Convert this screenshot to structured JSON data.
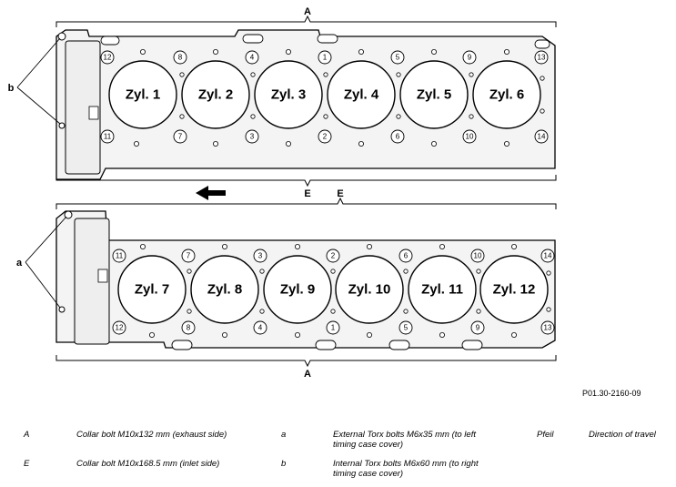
{
  "upper_gasket": {
    "cylinders": [
      "Zyl. 1",
      "Zyl. 2",
      "Zyl. 3",
      "Zyl. 4",
      "Zyl. 5",
      "Zyl. 6"
    ],
    "bolts_top": [
      "12",
      "8",
      "4",
      "1",
      "5",
      "9",
      "13"
    ],
    "bolts_bottom": [
      "11",
      "7",
      "3",
      "2",
      "6",
      "10",
      "14"
    ],
    "label_top": "A",
    "label_bottom": "E",
    "label_side": "b"
  },
  "lower_gasket": {
    "cylinders": [
      "Zyl. 7",
      "Zyl. 8",
      "Zyl. 9",
      "Zyl. 10",
      "Zyl. 11",
      "Zyl. 12"
    ],
    "bolts_top": [
      "11",
      "7",
      "3",
      "2",
      "6",
      "10",
      "14"
    ],
    "bolts_bottom": [
      "12",
      "8",
      "4",
      "1",
      "5",
      "9",
      "13"
    ],
    "label_top": "E",
    "label_bottom": "A",
    "label_side": "a"
  },
  "figure_id": "P01.30-2160-09",
  "legend": [
    {
      "key": "A",
      "text": "Collar bolt M10x132 mm (exhaust side)"
    },
    {
      "key": "E",
      "text": "Collar bolt M10x168.5 mm (inlet side)"
    },
    {
      "key": "a",
      "text": "External Torx bolts M6x35 mm (to left",
      "text2": "timing case cover)"
    },
    {
      "key": "b",
      "text": "Internal Torx bolts M6x60 mm (to right",
      "text2": "timing case cover)"
    },
    {
      "key": "Pfeil",
      "text": "Direction of travel"
    }
  ]
}
